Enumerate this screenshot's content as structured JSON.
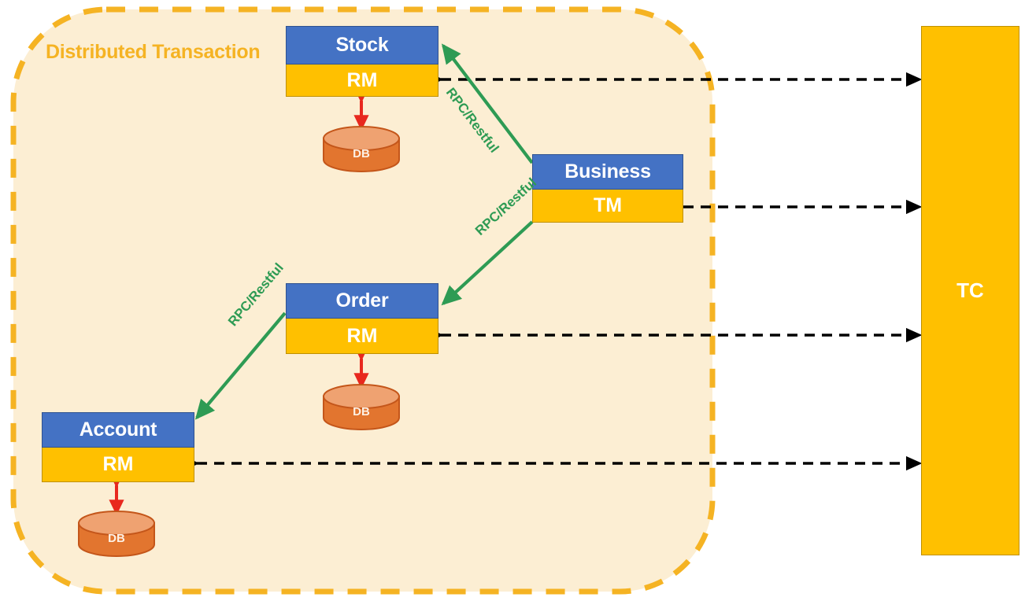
{
  "diagram": {
    "title": "Distributed Transaction",
    "boundary": {
      "label": "Distributed Transaction",
      "style": "dashed-rounded-rect",
      "border_color": "#F5B323",
      "fill_color": "#FCEED3"
    },
    "colors": {
      "service_header": "#4472C4",
      "service_body": "#FFC000",
      "coordinator": "#FFC000",
      "db_body": "#E2752F",
      "db_top": "#EFA271",
      "rpc_arrow": "#2E9B54",
      "db_arrow": "#E8281E",
      "tc_arrow": "#000000",
      "boundary": "#F5B323",
      "canvas": "#FFFFFF"
    },
    "services": [
      {
        "id": "stock",
        "name": "Stock",
        "role": "RM",
        "db": "DB"
      },
      {
        "id": "order",
        "name": "Order",
        "role": "RM",
        "db": "DB"
      },
      {
        "id": "account",
        "name": "Account",
        "role": "RM",
        "db": "DB"
      },
      {
        "id": "business",
        "name": "Business",
        "role": "TM",
        "db": null
      }
    ],
    "coordinator": {
      "id": "tc",
      "label": "TC"
    },
    "links": {
      "rpc": [
        {
          "id": "business-to-stock",
          "from": "Business",
          "to": "Stock",
          "label": "RPC/Restful"
        },
        {
          "id": "business-to-order",
          "from": "Business",
          "to": "Order",
          "label": "RPC/Restful"
        },
        {
          "id": "order-to-account",
          "from": "Order",
          "to": "Account",
          "label": "RPC/Restful"
        }
      ],
      "tc": [
        {
          "id": "tc-stock",
          "from": "Stock",
          "to": "TC",
          "style": "dashed",
          "direction": "bidirectional"
        },
        {
          "id": "tc-business",
          "from": "Business",
          "to": "TC",
          "style": "dashed",
          "direction": "bidirectional"
        },
        {
          "id": "tc-order",
          "from": "Order",
          "to": "TC",
          "style": "dashed",
          "direction": "bidirectional"
        },
        {
          "id": "tc-account",
          "from": "Account",
          "to": "TC",
          "style": "dashed",
          "direction": "bidirectional"
        }
      ],
      "db": [
        {
          "id": "stock-db",
          "from": "Stock RM",
          "to": "DB",
          "direction": "bidirectional"
        },
        {
          "id": "order-db",
          "from": "Order RM",
          "to": "DB",
          "direction": "bidirectional"
        },
        {
          "id": "account-db",
          "from": "Account RM",
          "to": "DB",
          "direction": "bidirectional"
        }
      ]
    }
  }
}
